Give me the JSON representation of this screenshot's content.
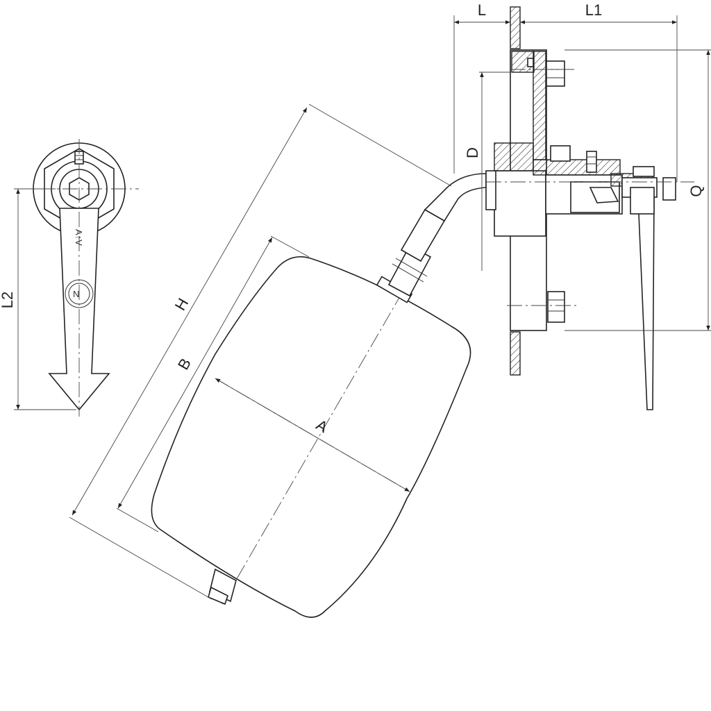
{
  "dimensions": {
    "L": "L",
    "L1": "L1",
    "D": "D",
    "Q": "Q",
    "H": "H",
    "B": "B",
    "A": "A",
    "L2": "L2"
  }
}
